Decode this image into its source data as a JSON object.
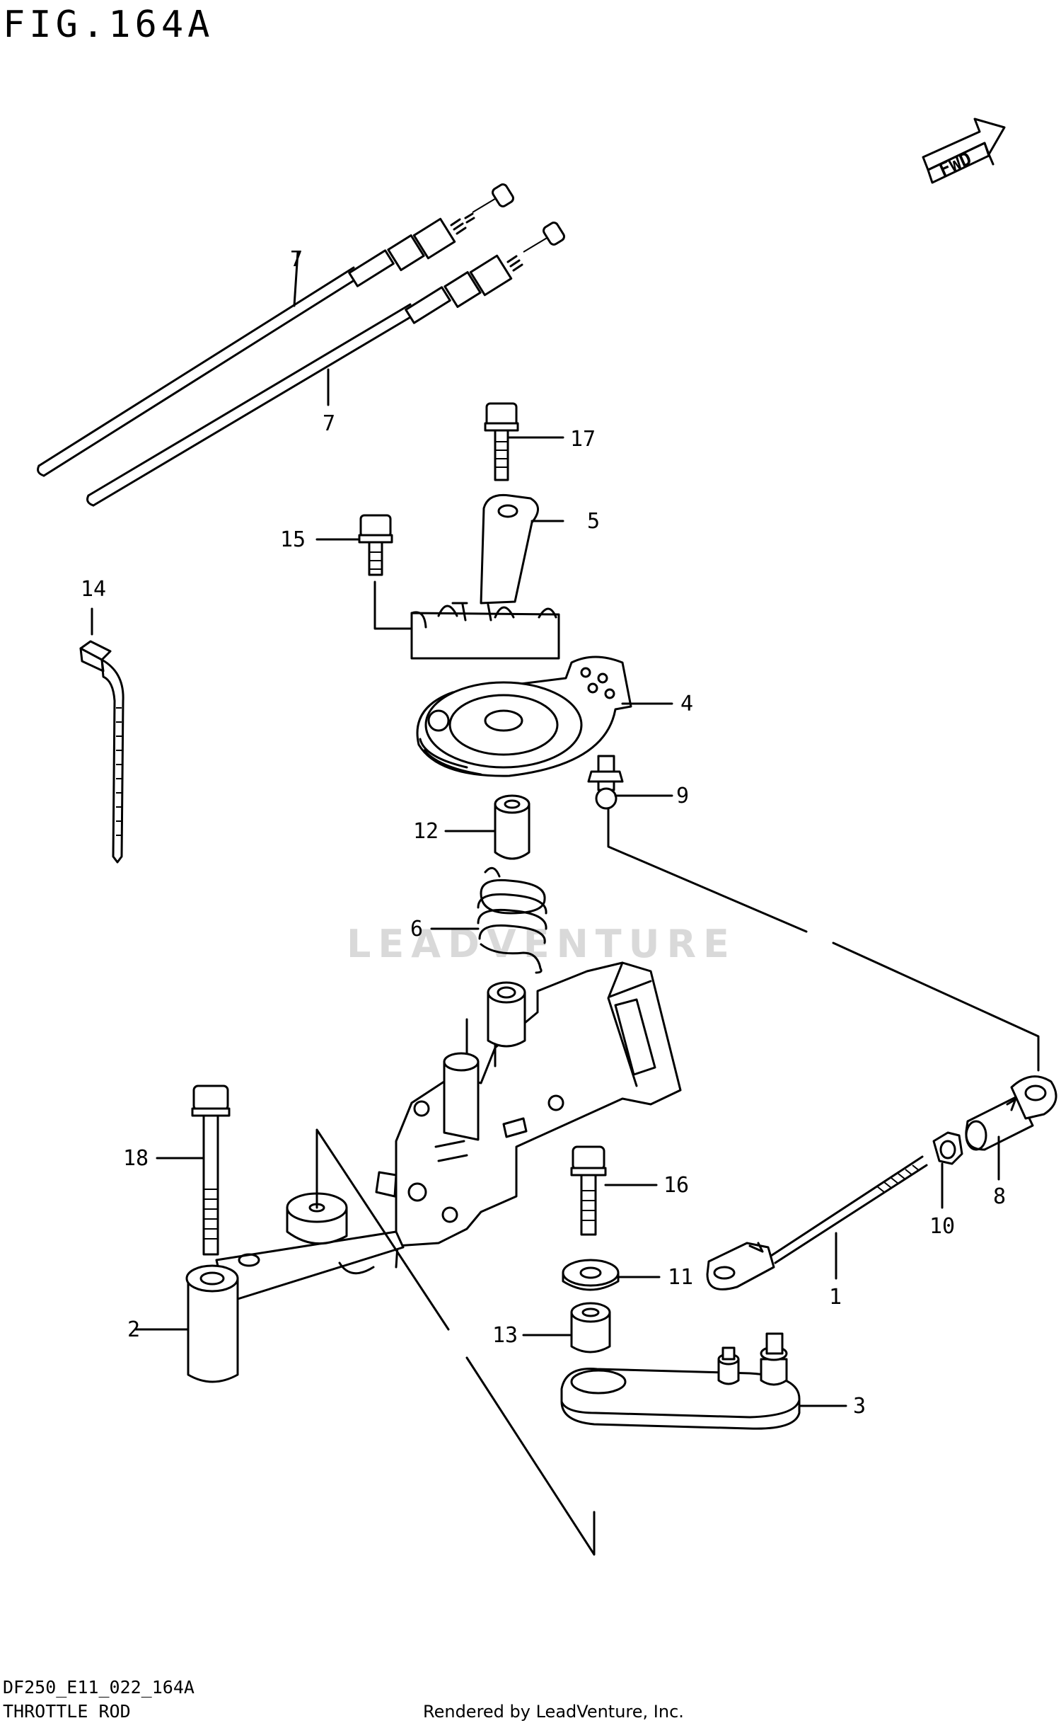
{
  "figure_title": "FIG.164A",
  "fwd_label": "FWD",
  "watermark": "LEADVENTURE",
  "footer": {
    "code": "DF250_E11_022_164A",
    "caption": "THROTTLE ROD",
    "credit": "Rendered by LeadVenture, Inc."
  },
  "callouts": {
    "c1": "1",
    "c2": "2",
    "c3": "3",
    "c4": "4",
    "c5": "5",
    "c6": "6",
    "c7a": "7",
    "c7b": "7",
    "c8": "8",
    "c9": "9",
    "c10": "10",
    "c11": "11",
    "c12": "12",
    "c13": "13",
    "c14": "14",
    "c15": "15",
    "c16": "16",
    "c17": "17",
    "c18": "18"
  }
}
